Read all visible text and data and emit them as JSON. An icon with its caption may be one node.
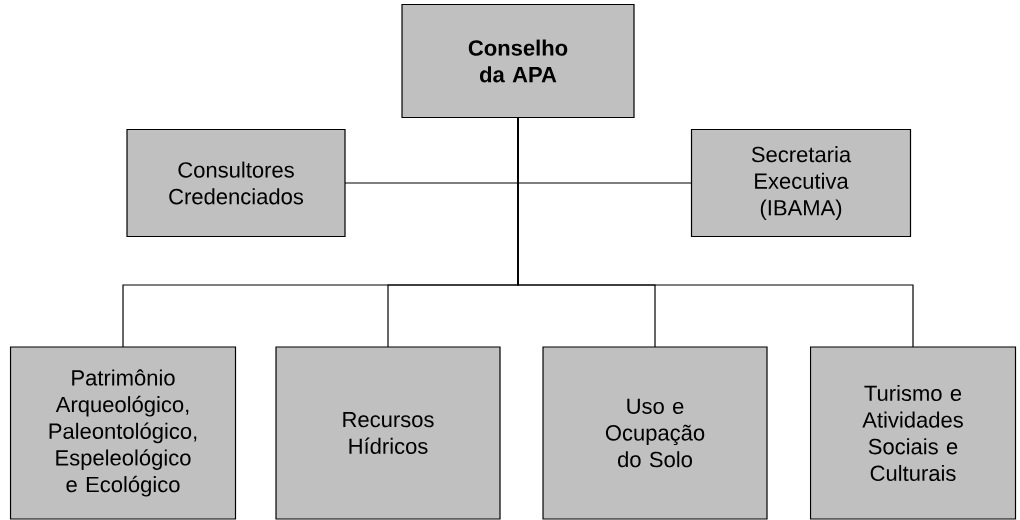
{
  "diagram": {
    "nodes": [
      {
        "text": [
          "Conselho da APA"
        ]
      },
      {
        "text": [
          "Consultores Credenciados"
        ]
      },
      {
        "text": [
          "Secretaria Executiva (IBAMA)"
        ]
      },
      {
        "text": [
          "Patrimônio Arqueológico, Paleontológico, Espeleológico e Ecológico"
        ]
      },
      {
        "text": [
          "Recursos Hídricos"
        ]
      },
      {
        "text": [
          "Uso e Ocupação do Solo"
        ]
      },
      {
        "text": [
          "Turismo e Atividades Sociais e Culturais"
        ]
      }
    ],
    "edges": [
      {
        "from": 0,
        "to": 1,
        "arrow": "none"
      },
      {
        "from": 0,
        "to": 2,
        "arrow": "none"
      },
      {
        "from": 0,
        "to": 3,
        "arrow": "none"
      },
      {
        "from": 0,
        "to": 4,
        "arrow": "none"
      },
      {
        "from": 0,
        "to": 5,
        "arrow": "none"
      },
      {
        "from": 0,
        "to": 6,
        "arrow": "none"
      }
    ]
  }
}
